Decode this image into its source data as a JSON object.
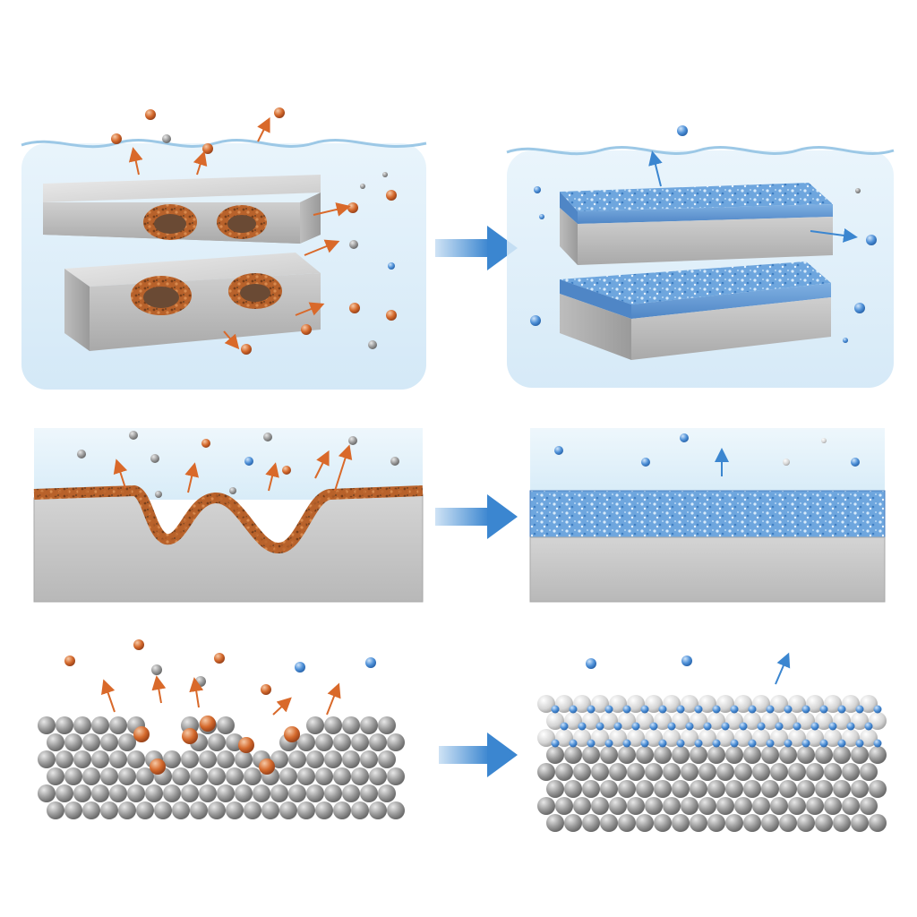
{
  "colors": {
    "background": "#ffffff",
    "water": "#d7ebf8",
    "water_surface": "#9cc8e6",
    "metal_light": "#d9d9d9",
    "metal_dark": "#9e9e9e",
    "corrosion": "#c8682a",
    "corrosion_dark": "#7a4a2a",
    "coating": "#5e9bd8",
    "coating_light": "#a9cdf0",
    "arrow": "#3b86d0",
    "ion_orange": "#d9692a",
    "ion_blue": "#4a8fd6",
    "ion_grey": "#8a8a8a"
  },
  "panels": [
    {
      "row": "macro",
      "state": "corroded",
      "description_icon": "corroded-steel-plates-in-water-icon"
    },
    {
      "row": "macro",
      "state": "protected",
      "description_icon": "coated-steel-plates-in-water-icon"
    },
    {
      "row": "section",
      "state": "corroded",
      "description_icon": "pitted-surface-cross-section-icon"
    },
    {
      "row": "section",
      "state": "protected",
      "description_icon": "coated-surface-cross-section-icon"
    },
    {
      "row": "atomic",
      "state": "corroded",
      "description_icon": "atomic-lattice-pits-icon"
    },
    {
      "row": "atomic",
      "state": "protected",
      "description_icon": "atomic-lattice-coating-icon"
    }
  ],
  "transition_arrows": [
    {
      "from": "corroded",
      "to": "protected",
      "icon": "right-arrow-icon"
    },
    {
      "from": "corroded",
      "to": "protected",
      "icon": "right-arrow-icon"
    },
    {
      "from": "corroded",
      "to": "protected",
      "icon": "right-arrow-icon"
    }
  ]
}
